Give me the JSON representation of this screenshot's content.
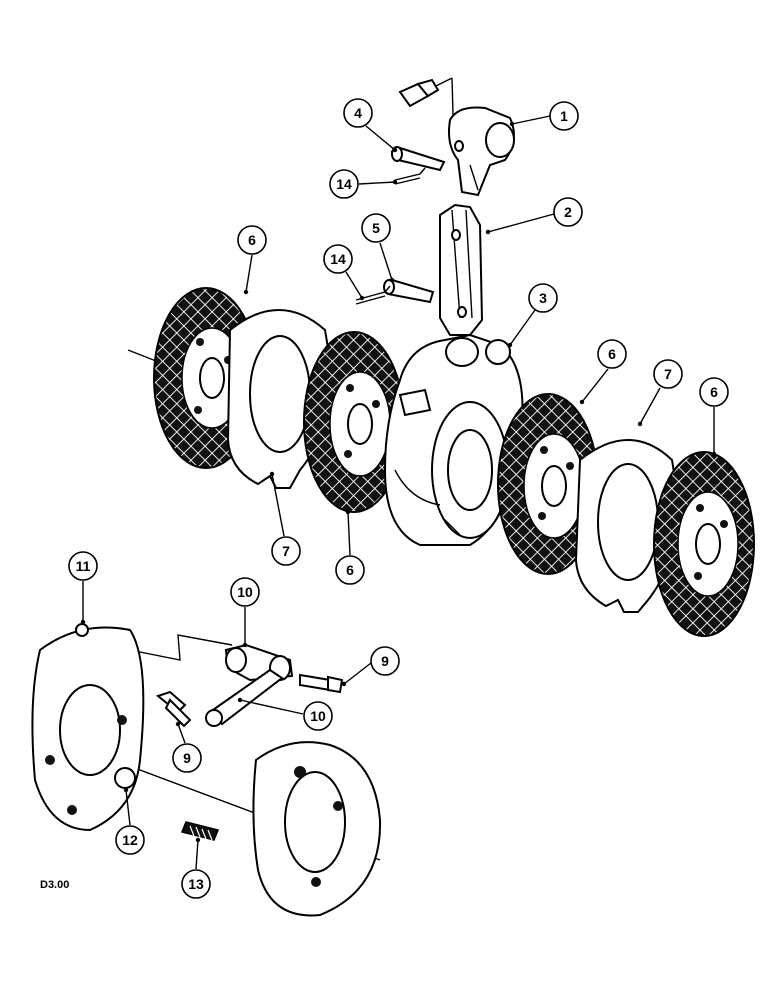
{
  "figure_code": "D3.00",
  "callouts": [
    {
      "id": "c1",
      "label": "1"
    },
    {
      "id": "c2",
      "label": "2"
    },
    {
      "id": "c3",
      "label": "3"
    },
    {
      "id": "c4",
      "label": "4"
    },
    {
      "id": "c5",
      "label": "5"
    },
    {
      "id": "c6a",
      "label": "6"
    },
    {
      "id": "c6b",
      "label": "6"
    },
    {
      "id": "c6c",
      "label": "6"
    },
    {
      "id": "c6d",
      "label": "6"
    },
    {
      "id": "c7a",
      "label": "7"
    },
    {
      "id": "c7b",
      "label": "7"
    },
    {
      "id": "c9a",
      "label": "9"
    },
    {
      "id": "c9b",
      "label": "9"
    },
    {
      "id": "c10a",
      "label": "10"
    },
    {
      "id": "c10b",
      "label": "10"
    },
    {
      "id": "c11",
      "label": "11"
    },
    {
      "id": "c12",
      "label": "12"
    },
    {
      "id": "c13",
      "label": "13"
    },
    {
      "id": "c14a",
      "label": "14"
    },
    {
      "id": "c14b",
      "label": "14"
    }
  ]
}
